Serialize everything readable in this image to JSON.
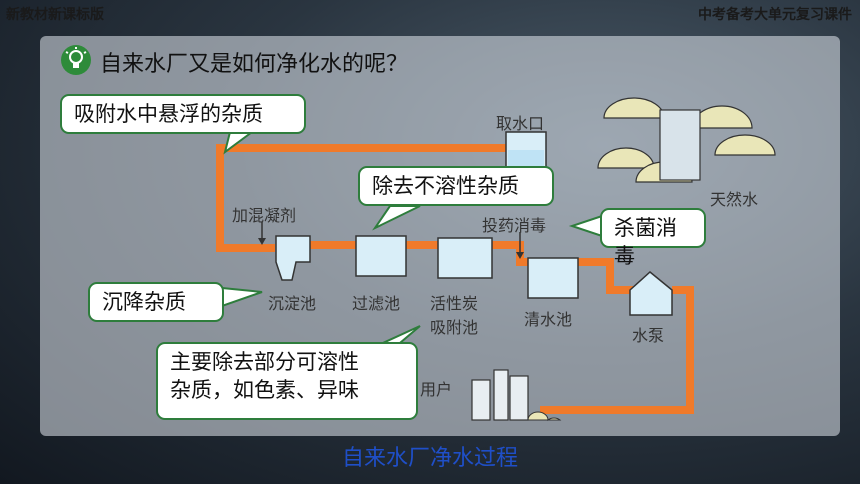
{
  "header": {
    "left": "新教材新课标版",
    "right": "中考备考大单元复习课件"
  },
  "question": "自来水厂又是如何净化水的呢？",
  "callouts": {
    "adsorb": "吸附水中悬浮的杂质",
    "remove_insoluble": "除去不溶性杂质",
    "sterilize": "杀菌消毒",
    "settle": "沉降杂质",
    "soluble_line1": "主要除去部分可溶性",
    "soluble_line2": "杂质，如色素、异味"
  },
  "diagram": {
    "intake": "取水口",
    "natural_water": "天然水",
    "coagulant": "加混凝剂",
    "sedimentation": "沉淀池",
    "filtration": "过滤池",
    "carbon_line1": "活性炭",
    "carbon_line2": "吸附池",
    "disinfect": "投药消毒",
    "clear_water": "清水池",
    "pump": "水泵",
    "user": "用户"
  },
  "caption": "自来水厂净水过程",
  "colors": {
    "pipe": "#f07a2a",
    "callout_border": "#2e7d3c",
    "caption": "#1f4fc8"
  }
}
